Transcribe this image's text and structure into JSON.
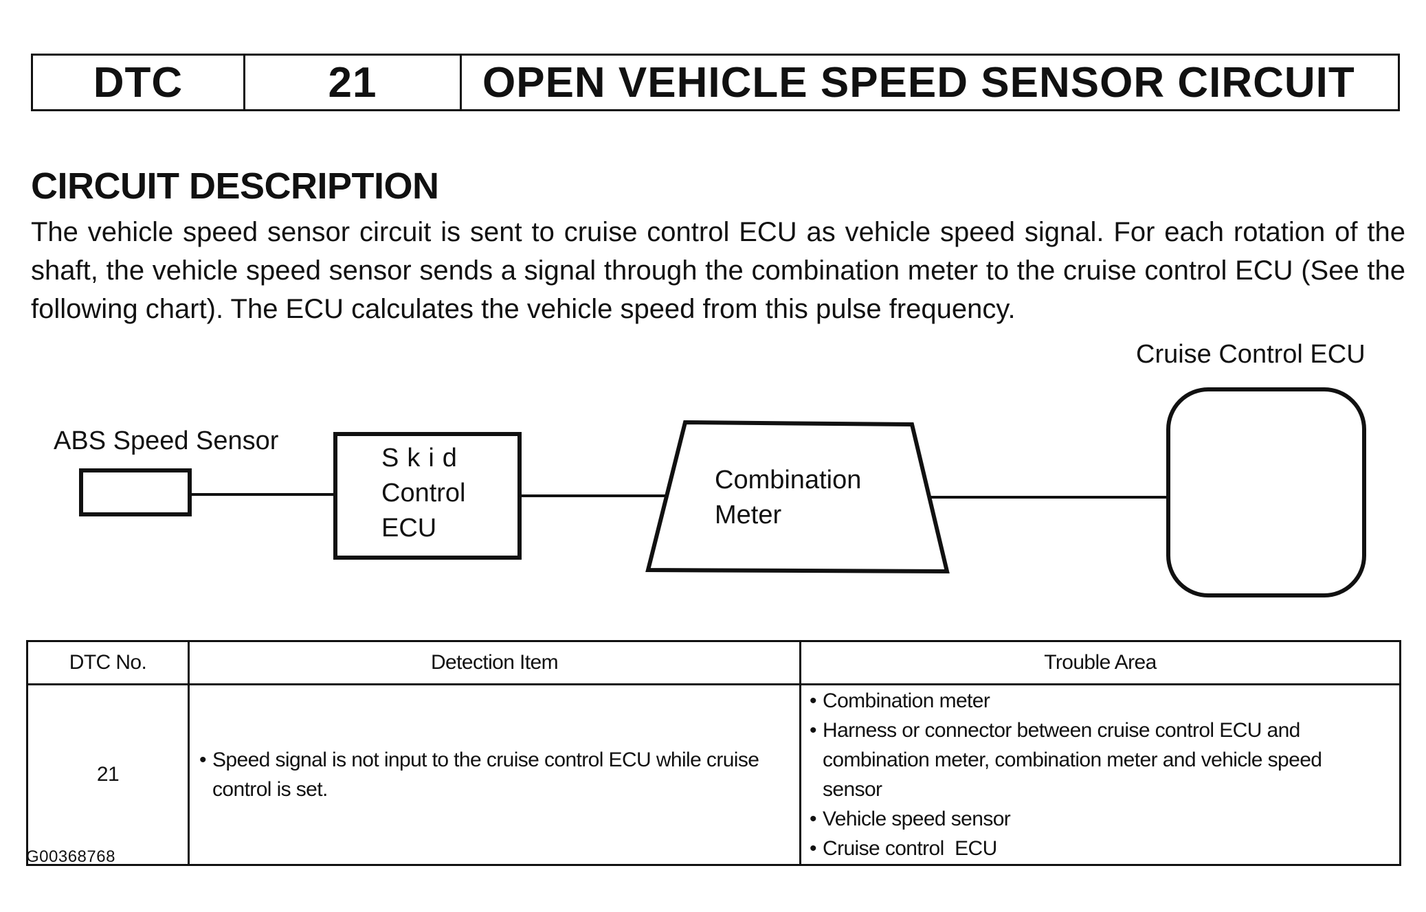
{
  "header": {
    "dtc_label": "DTC",
    "dtc_code": "21",
    "title": "OPEN VEHICLE SPEED SENSOR CIRCUIT"
  },
  "circuit_description": {
    "heading": "CIRCUIT DESCRIPTION",
    "text": "The vehicle speed sensor circuit is sent to cruise control ECU as vehicle speed signal. For each rotation of the shaft, the vehicle speed sensor sends a signal through the combination meter to the cruise control ECU (See the following chart). The ECU calculates the vehicle speed from this pulse frequency."
  },
  "diagram": {
    "abs_sensor_label": "ABS Speed Sensor",
    "skid_ecu_lines": [
      "Skid",
      "Control",
      "ECU"
    ],
    "combination_meter_lines": [
      "Combination",
      "Meter"
    ],
    "cruise_ecu_label": "Cruise Control ECU"
  },
  "table": {
    "headers": [
      "DTC No.",
      "Detection Item",
      "Trouble Area"
    ],
    "rows": [
      {
        "dtc_no": "21",
        "detection_items": [
          "Speed signal is not input to the cruise control ECU while cruise control is set."
        ],
        "trouble_areas": [
          "Combination meter",
          "Harness or connector between cruise control ECU and combination meter, combination meter and vehicle speed sensor",
          "Vehicle speed sensor",
          "Cruise control  ECU"
        ]
      }
    ]
  },
  "footer": {
    "doc_id": "G00368768"
  }
}
